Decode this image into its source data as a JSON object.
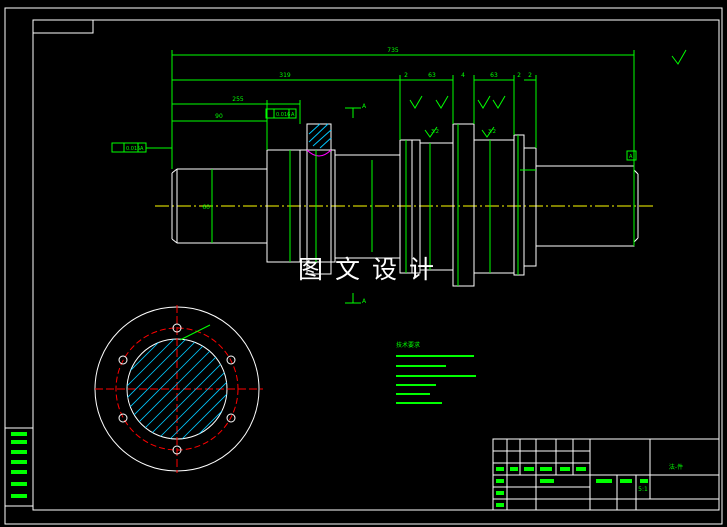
{
  "drawing": {
    "colors": {
      "background": "#000000",
      "frame": "#ffffff",
      "dimension": "#00ff00",
      "centerline": "#ffff00",
      "section_circle": "#ff0000",
      "hatch": "#00c8ff",
      "cut_mark": "#ff00ff",
      "ink": "#ffffff"
    },
    "dimensions": {
      "overall": "735",
      "left_span": "319",
      "left_mid": "255",
      "left_short": "90",
      "gap_a": "2",
      "mid_a": "63",
      "gap_b": "4",
      "right_a": "63",
      "gap_c": "2",
      "gap_d": "2",
      "radial_seat": "60"
    },
    "marks": {
      "section": "A",
      "datum": "A",
      "tolerance_left": "0.015",
      "tolerance_top": "0.016",
      "roughness": "3.2"
    },
    "notes_title": "技术要求",
    "title_block": {
      "part_name": "法-件",
      "scale": "5:1"
    },
    "watermark": "图文设计"
  }
}
